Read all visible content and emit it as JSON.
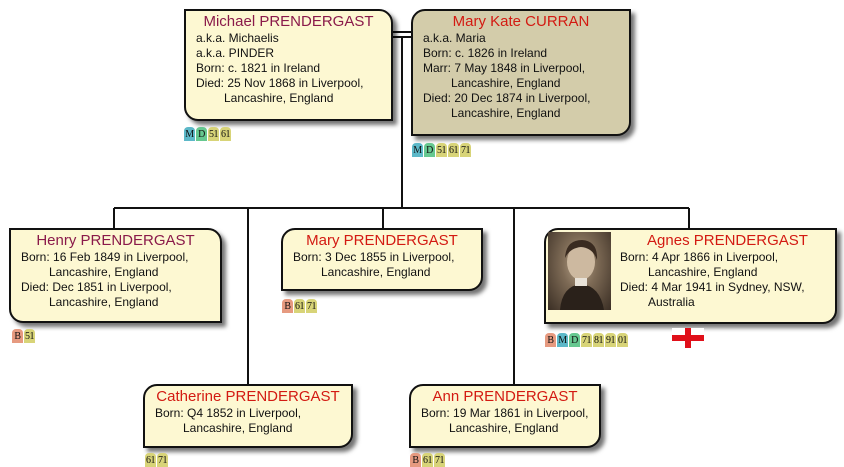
{
  "diagram": {
    "title": "",
    "nodes": {
      "father": {
        "name": "Michael PRENDERGAST",
        "lines": [
          "a.k.a. Michaelis",
          "a.k.a. PINDER",
          "Born: c. 1821 in Ireland",
          "Died: 25 Nov 1868 in Liverpool,",
          "Lancashire, England"
        ],
        "tags": [
          "M",
          "D",
          "51",
          "61"
        ]
      },
      "mother": {
        "name": "Mary Kate CURRAN",
        "lines": [
          "a.k.a. Maria",
          "Born: c. 1826 in Ireland",
          "Marr: 7 May 1848 in Liverpool,",
          "Lancashire, England",
          "Died: 20 Dec 1874 in Liverpool,",
          "Lancashire, England"
        ],
        "tags": [
          "M",
          "D",
          "51",
          "61",
          "71"
        ]
      },
      "henry": {
        "name": "Henry PRENDERGAST",
        "lines": [
          "Born: 16 Feb 1849 in Liverpool,",
          "Lancashire, England",
          "Died: Dec 1851 in Liverpool,",
          "Lancashire, England"
        ],
        "tags": [
          "B",
          "51"
        ]
      },
      "catherine": {
        "name": "Catherine PRENDERGAST",
        "lines": [
          "Born: Q4 1852 in Liverpool,",
          "Lancashire, England"
        ],
        "tags": [
          "61",
          "71"
        ]
      },
      "mary": {
        "name": "Mary PRENDERGAST",
        "lines": [
          "Born: 3 Dec 1855 in Liverpool,",
          "Lancashire, England"
        ],
        "tags": [
          "B",
          "61",
          "71"
        ]
      },
      "ann": {
        "name": "Ann PRENDERGAST",
        "lines": [
          "Born: 19 Mar 1861 in Liverpool,",
          "Lancashire, England"
        ],
        "tags": [
          "B",
          "61",
          "71"
        ]
      },
      "agnes": {
        "name": "Agnes PRENDERGAST",
        "lines": [
          "Born: 4 Apr 1866 in Liverpool,",
          "Lancashire, England",
          "Died: 4 Mar 1941 in Sydney, NSW,",
          "Australia"
        ],
        "tags": [
          "B",
          "M",
          "D",
          "71",
          "81",
          "91",
          "01"
        ]
      }
    },
    "edges": [
      {
        "from": "father",
        "to": "mother",
        "type": "marriage"
      },
      {
        "from": "mother",
        "to": "henry",
        "type": "child"
      },
      {
        "from": "mother",
        "to": "catherine",
        "type": "child"
      },
      {
        "from": "mother",
        "to": "mary",
        "type": "child"
      },
      {
        "from": "mother",
        "to": "ann",
        "type": "child"
      },
      {
        "from": "mother",
        "to": "agnes",
        "type": "child"
      }
    ]
  },
  "colors": {
    "card_cream": "#fdf8d2",
    "card_tan": "#d3ccaa",
    "male_name": "#8a1a4a",
    "female_name": "#d31a12",
    "tag_birth": "#e69a80",
    "tag_marriage": "#5cb8c8",
    "tag_death": "#66c890",
    "tag_census": "#d8d478"
  },
  "icons": {
    "agnes_photo": "portrait-photo",
    "agnes_flag": "england-flag-icon"
  }
}
